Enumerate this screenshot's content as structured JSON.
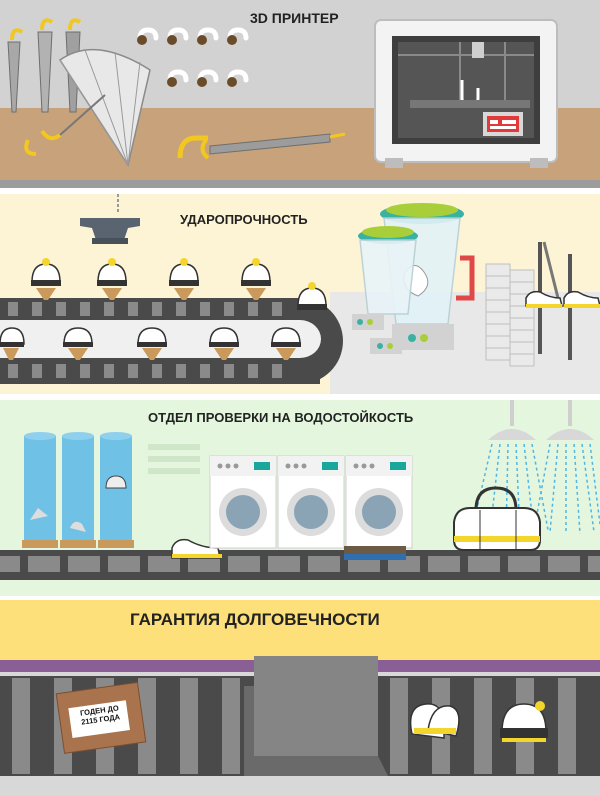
{
  "panels": {
    "printer": {
      "title": "3D ПРИНТЕР"
    },
    "impact": {
      "title": "УДАРОПРОЧНОСТЬ"
    },
    "water": {
      "title": "ОТДЕЛ ПРОВЕРКИ НА ВОДОСТОЙКОСТЬ"
    },
    "durability": {
      "title": "ГАРАНТИЯ ДОЛГОВЕЧНОСТИ",
      "box_label_line1": "ГОДЕН ДО",
      "box_label_line2": "2115 ГОДА"
    }
  },
  "colors": {
    "panel1_bg": "#d2d2d2",
    "panel2_bg": "#fdf4d6",
    "panel3_bg": "#e4f6de",
    "panel4_bg": "#d8d8d8",
    "title_band": "#fde079",
    "purple": "#8a5f96",
    "shelf": "#c8a27a",
    "belt_dark": "#4a4a4a",
    "belt_light": "#8a8a8a",
    "yellow": "#f4d52c",
    "teal": "#1aa79b",
    "water": "#5bb7e6"
  },
  "icons": [
    "umbrella-icon",
    "printer-icon",
    "anvil-icon",
    "hat-icon",
    "blender-icon",
    "sneaker-icon",
    "washing-machine-icon",
    "shower-icon",
    "handbag-icon",
    "mitten-icon",
    "cardboard-box-icon"
  ]
}
